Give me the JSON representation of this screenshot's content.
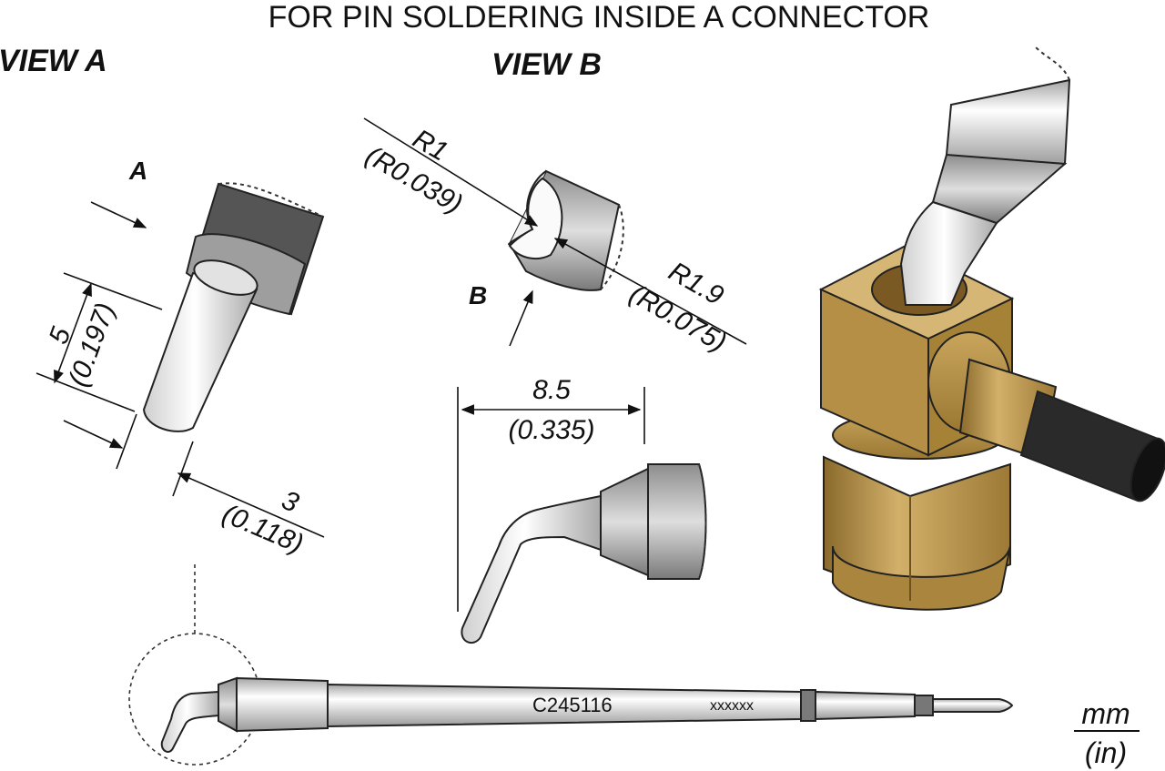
{
  "title": "FOR PIN SOLDERING INSIDE A CONNECTOR",
  "view_a": {
    "label": "VIEW A",
    "marker": "A",
    "length_mm": "5",
    "length_in": "(0.197)",
    "width_mm": "3",
    "width_in": "(0.118)"
  },
  "view_b": {
    "label": "VIEW B",
    "marker": "B",
    "radius_small_mm": "R1",
    "radius_small_in": "(R0.039)",
    "radius_large_mm": "R1.9",
    "radius_large_in": "(R0.075)"
  },
  "side_view": {
    "reach_mm": "8.5",
    "reach_in": "(0.335)"
  },
  "cartridge": {
    "part_number": "C245116",
    "lot_code": "xxxxxx"
  },
  "units": {
    "top": "mm",
    "bottom": "(in)"
  },
  "colors": {
    "brass": "#b8934a",
    "brass_dark": "#8a6a2c",
    "tip_light": "#eeeeee",
    "tip_mid": "#bdbdbd",
    "handle_dark": "#2a2a2a"
  }
}
